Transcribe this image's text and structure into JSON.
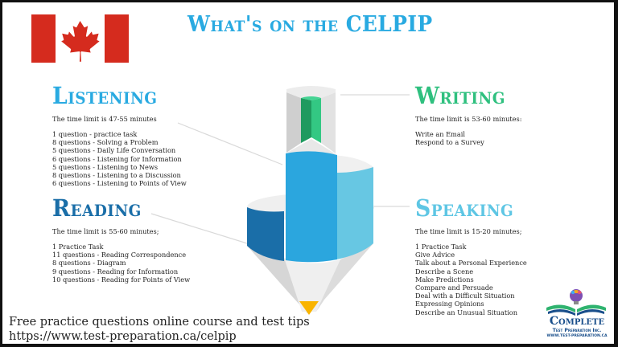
{
  "title": "What's on the CELPIP",
  "flag": {
    "name": "Canada",
    "red": "#d52b1e",
    "white": "#ffffff"
  },
  "sections": {
    "listening": {
      "heading": "Listening",
      "color": "#29aae1",
      "time_limit": "The time limit is 47-55 minutes",
      "items": [
        "1 question - practice task",
        "8 questions - Solving a Problem",
        "5 questions - Daily Life Conversation",
        "6 questions - Listening for Information",
        "5 questions - Listening to News",
        "8 questions - Listening to a Discussion",
        "6 questions - Listening to Points of View"
      ]
    },
    "reading": {
      "heading": "Reading",
      "color": "#1a6ea8",
      "time_limit": "The time limit is 55-60 minutes;",
      "items": [
        "1 Practice Task",
        "11 questions - Reading Correspondence",
        "8 questions - Diagram",
        "9 questions - Reading for Information",
        "10 questions - Reading for Points of View"
      ]
    },
    "writing": {
      "heading": "Writing",
      "color": "#2fc07f",
      "time_limit": "The time limit is 53-60 minutes:",
      "items": [
        "Write an Email",
        "Respond to a Survey"
      ]
    },
    "speaking": {
      "heading": "Speaking",
      "color": "#5ec6e4",
      "time_limit": "The time limit is 15-20 minutes;",
      "items": [
        "1 Practice Task",
        "Give Advice",
        "Talk about a Personal Experience",
        "Describe a Scene",
        "Make Predictions",
        "Compare and Persuade",
        "Deal with a Difficult Situation",
        "Expressing Opinions",
        "Describe an Unusual Situation"
      ]
    }
  },
  "footer": {
    "line1": "Free practice questions online course and test tips",
    "line2": "https://www.test-preparation.ca/celpip"
  },
  "logo": {
    "brand": "Complete",
    "subtitle": "Test Preparation Inc.",
    "url": "WWW.TEST-PREPARATION.CA"
  }
}
